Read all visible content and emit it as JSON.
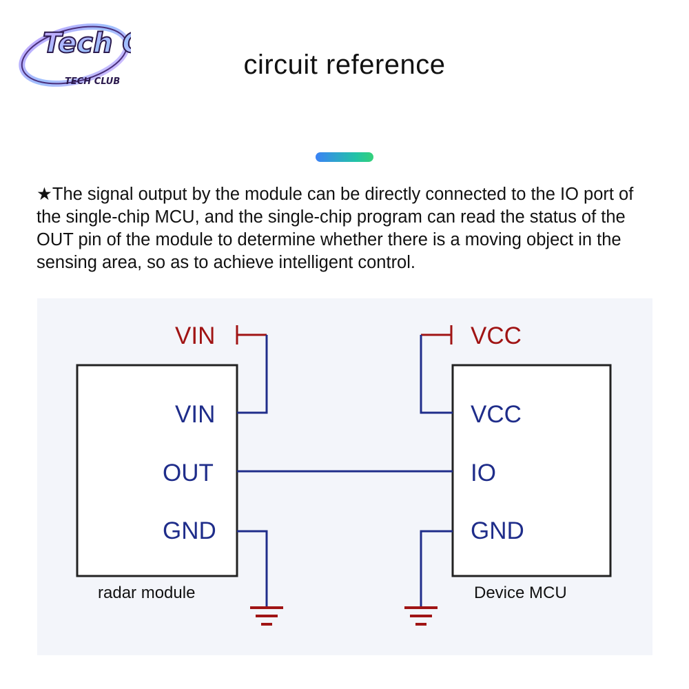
{
  "logo": {
    "main_text": "Tech Club",
    "sub_text": "TECH CLUB"
  },
  "header": {
    "title": "circuit reference"
  },
  "description": {
    "star": "★",
    "text": "The signal output by the module can be directly connected to the IO port of the single-chip MCU, and the single-chip program can read the status of the OUT pin of the module to determine whether there is a moving object in the sensing area, so as to achieve intelligent control."
  },
  "diagram": {
    "left_block": {
      "caption": "radar module",
      "supply_label": "VIN",
      "pins": [
        "VIN",
        "OUT",
        "GND"
      ]
    },
    "right_block": {
      "caption": "Device MCU",
      "supply_label": "VCC",
      "pins": [
        "VCC",
        "IO",
        "GND"
      ]
    },
    "colors": {
      "wire": "#1f2d8a",
      "power": "#a01414",
      "ground": "#a01414",
      "box_border": "#222222",
      "panel_bg": "#f3f5fa",
      "accent_start": "#3b82f6",
      "accent_end": "#34d17a"
    }
  }
}
